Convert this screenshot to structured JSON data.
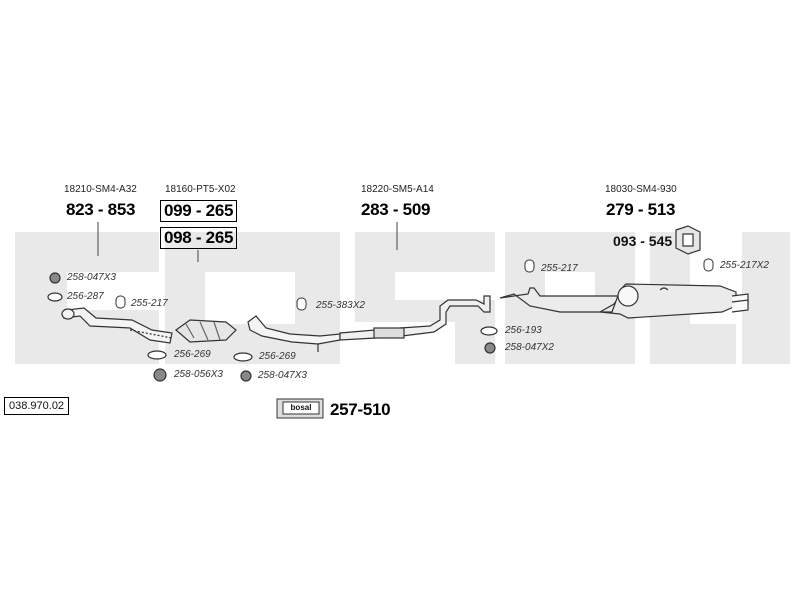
{
  "diagram_id": "038.970.02",
  "groups": [
    {
      "oem": "18210-SM4-A32",
      "part": "823 - 853"
    },
    {
      "oem": "18160-PT5-X02",
      "parts": [
        "099 - 265",
        "098 - 265"
      ]
    },
    {
      "oem": "18220-SM5-A14",
      "part": "283 - 509"
    },
    {
      "oem": "18030-SM4-930",
      "part": "279 - 513",
      "mount": "093 - 545"
    }
  ],
  "accessories": {
    "a1": "258-047X3",
    "a2": "256-287",
    "a3": "255-217",
    "a4": "256-269",
    "a5": "258-056X3",
    "a6": "256-269",
    "a7": "258-047X3",
    "a8": "255-383X2",
    "a9": "255-217",
    "a10": "256-193",
    "a11": "258-047X2",
    "a12": "255-217X2"
  },
  "mounting_kit": {
    "brand": "bosal",
    "part": "257-510"
  },
  "watermark": "bosal"
}
